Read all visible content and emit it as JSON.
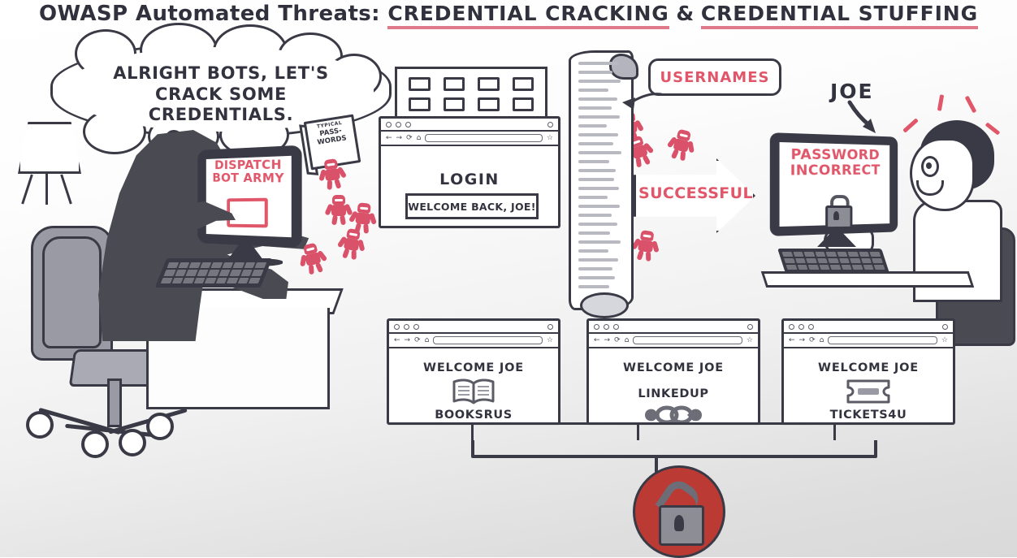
{
  "title": {
    "prefix": "OWASP Automated Threats: ",
    "term1": "CREDENTIAL CRACKING",
    "amp": " & ",
    "term2": "CREDENTIAL STUFFING",
    "underline_color": "#e0798a"
  },
  "colors": {
    "ink": "#3a3a46",
    "red_accent": "#e0576a",
    "bot_red": "#d9526a",
    "badge_red": "#bb3a33",
    "metal_gray": "#8d8d96",
    "background_top": "#ffffff",
    "background_bottom": "#d9d9d9"
  },
  "attacker": {
    "thought_bubble": "ALRIGHT BOTS, LET'S CRACK SOME CREDENTIALS.",
    "monitor_text": "DISPATCH BOT ARMY",
    "button_label": "",
    "book": {
      "line1": "TYPICAL",
      "line2": "PASS-",
      "line3": "WORDS"
    },
    "icons": {
      "lamp": "desk-lamp-icon",
      "chair": "office-chair-icon",
      "keyboard": "keyboard-icon",
      "figure": "hacker-silhouette-icon"
    }
  },
  "login_window": {
    "heading": "LOGIN",
    "field_value": "WELCOME BACK, JOE!",
    "captcha_tiles": 8
  },
  "scroll": {
    "label": "USERNAMES",
    "line_count": 26
  },
  "arrow": {
    "label": "SUCCESSFUL"
  },
  "victim": {
    "name_label": "JOE",
    "monitor_message_line1": "PASSWORD",
    "monitor_message_line2": "INCORRECT",
    "padlock_icon": "locked-padlock-icon",
    "person_icon": "frustrated-user-icon"
  },
  "sites": [
    {
      "welcome": "WELCOME JOE",
      "brand": "BOOKSRUS",
      "icon": "open-book-icon",
      "icon_position": "above-brand"
    },
    {
      "welcome": "WELCOME JOE",
      "brand": "LINKEDUP",
      "icon": "chain-link-icon",
      "icon_position": "below-brand"
    },
    {
      "welcome": "WELCOME JOE",
      "brand": "TICKETS4U",
      "icon": "ticket-icon",
      "icon_position": "above-brand"
    }
  ],
  "browser_chrome": {
    "back": "←",
    "forward": "→",
    "reload": "⟳",
    "home": "⌂",
    "star": "☆"
  },
  "bottom_badge": {
    "icon": "open-padlock-icon",
    "meaning": "accounts-compromised"
  },
  "bots": {
    "count": 11,
    "icon": "robot-icon"
  }
}
